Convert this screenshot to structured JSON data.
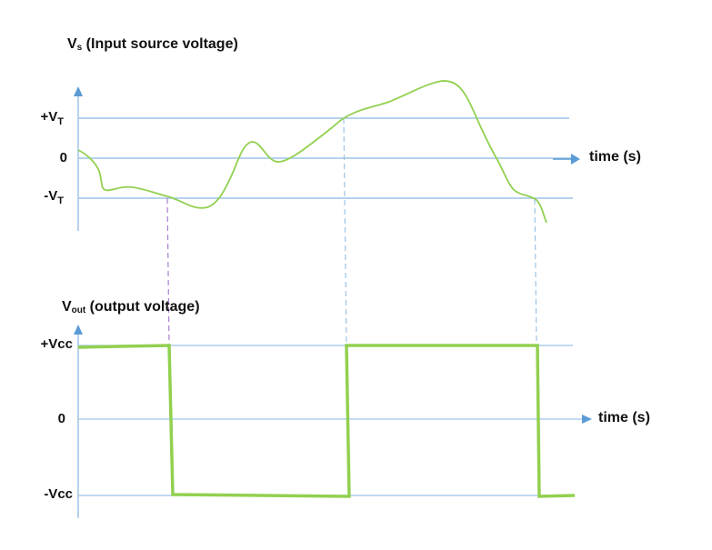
{
  "top_chart": {
    "title_main": "V",
    "title_sub": "s",
    "title_rest": " (Input source voltage)",
    "y_ticks": [
      {
        "label": "+V",
        "sub": "T"
      },
      {
        "label": "0",
        "sub": ""
      },
      {
        "label": "-V",
        "sub": "T"
      }
    ],
    "x_axis_label": "time (s)"
  },
  "bottom_chart": {
    "title_main": "V",
    "title_sub": "out",
    "title_rest": " (output voltage)",
    "y_ticks": [
      {
        "label": "+Vcc"
      },
      {
        "label": "0"
      },
      {
        "label": "-Vcc"
      }
    ],
    "x_axis_label": "time (s)"
  },
  "colors": {
    "axis": "#5b9bd5",
    "gridline": "#9dc3e6",
    "signal": "#92d050",
    "dashed_first": "#a97fd1",
    "dashed": "#9dc3e6"
  },
  "chart_data": [
    {
      "type": "line",
      "title": "Vs (Input source voltage)",
      "xlabel": "time (s)",
      "ylabel": "Vs",
      "y_levels": {
        "+VT": 1,
        "0": 0,
        "-VT": -1
      },
      "series": [
        {
          "name": "Vs",
          "points": [
            [
              0,
              0.2
            ],
            [
              0.05,
              -0.1
            ],
            [
              0.06,
              -0.8
            ],
            [
              0.12,
              -0.75
            ],
            [
              0.19,
              -1.0
            ],
            [
              0.27,
              -1.25
            ],
            [
              0.34,
              -1.0
            ],
            [
              0.39,
              0.0
            ],
            [
              0.41,
              0.38
            ],
            [
              0.45,
              0.0
            ],
            [
              0.47,
              -0.1
            ],
            [
              0.5,
              0.1
            ],
            [
              0.55,
              0.5
            ],
            [
              0.6,
              1.0
            ],
            [
              0.7,
              1.3
            ],
            [
              0.77,
              1.6
            ],
            [
              0.8,
              1.95
            ],
            [
              0.83,
              1.7
            ],
            [
              0.87,
              1.0
            ],
            [
              0.9,
              0.0
            ],
            [
              0.93,
              -0.9
            ],
            [
              0.97,
              -1.02
            ],
            [
              1.0,
              -1.6
            ]
          ]
        }
      ],
      "threshold_crossings": [
        {
          "t": 0.19,
          "level": "-VT",
          "direction": "down"
        },
        {
          "t": 0.55,
          "level": "+VT",
          "direction": "up"
        },
        {
          "t": 0.93,
          "level": "-VT",
          "direction": "down"
        }
      ],
      "grid": true
    },
    {
      "type": "line",
      "title": "Vout (output voltage)",
      "xlabel": "time (s)",
      "ylabel": "Vout",
      "y_levels": {
        "+Vcc": 1,
        "0": 0,
        "-Vcc": -1
      },
      "series": [
        {
          "name": "Vout",
          "points": [
            [
              0,
              1
            ],
            [
              0.19,
              1
            ],
            [
              0.19,
              -1
            ],
            [
              0.55,
              -1
            ],
            [
              0.55,
              1
            ],
            [
              0.93,
              1
            ],
            [
              0.93,
              -1
            ],
            [
              1.0,
              -1
            ]
          ]
        }
      ],
      "grid": true
    }
  ]
}
